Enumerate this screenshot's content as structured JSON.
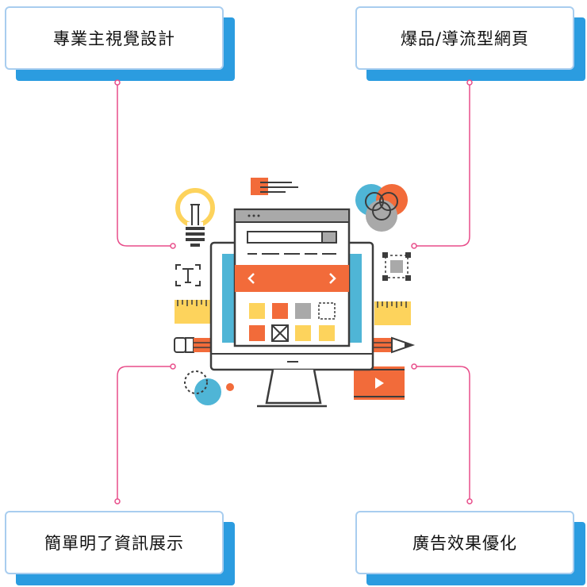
{
  "cards": {
    "top_left": "專業主視覺設計",
    "top_right": "爆品/導流型網頁",
    "bottom_left": "簡單明了資訊展示",
    "bottom_right": "廣告效果優化"
  },
  "colors": {
    "card_shadow": "#2b9ce0",
    "card_border": "#a8cdef",
    "connector": "#e84d8a",
    "orange": "#f26b3a",
    "yellow": "#fdd35c",
    "teal": "#4fb5d6",
    "gray": "#a9a9a9",
    "dark": "#3c3c3c"
  },
  "icons": [
    "lightbulb-icon",
    "text-tool-icon",
    "ruler-icon",
    "pencil-icon",
    "color-wheel-icon",
    "selection-icon",
    "video-play-icon",
    "monitor-icon",
    "browser-window-icon"
  ]
}
